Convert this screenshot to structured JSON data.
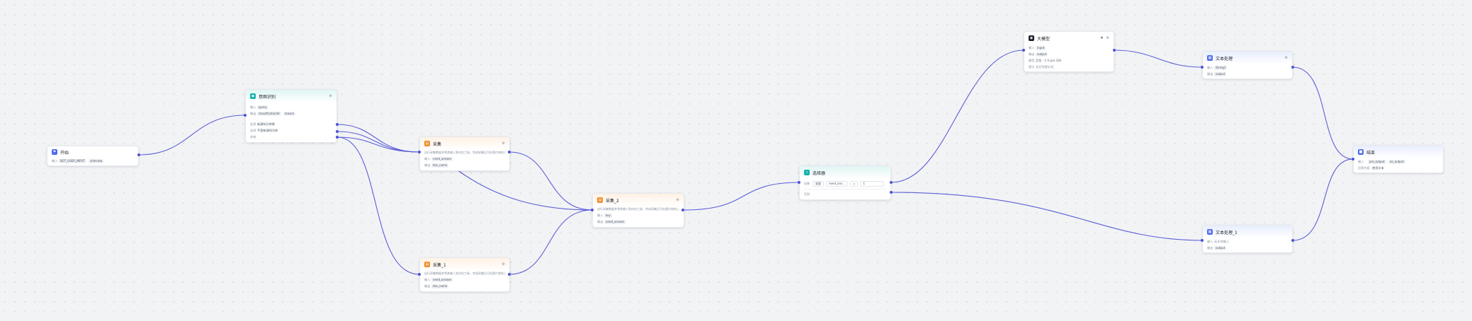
{
  "colors": {
    "edge": "#5b5fd6",
    "canvas": "#f2f3f5",
    "node_blue": "#4f6bed",
    "node_cyan": "#17b3a9",
    "node_orange": "#f08a24"
  },
  "start": {
    "title": "开始",
    "label_input": "输入",
    "tags": [
      "BOT_USER_INPUT",
      "sideview"
    ],
    "icon": "flag-icon"
  },
  "intent": {
    "title": "意图识别",
    "label_input": "输入",
    "input_tag": "query",
    "label_output": "输出",
    "output_tags": [
      "classificationId",
      "reason"
    ],
    "options": [
      {
        "label": "选项",
        "text": "新建知识库数"
      },
      {
        "label": "选项",
        "text": "不是新建知识库"
      },
      {
        "label": "其他",
        "text": ""
      }
    ]
  },
  "collect": {
    "title": "采集",
    "desc": "自行采集数据并将其输入到对应工具，完成采集后可在图片结构上传到…",
    "label_input": "输入",
    "input_tag": "need_answer",
    "label_output": "输出",
    "output_tag": "kbs_name"
  },
  "collect1": {
    "title": "采集_1",
    "desc": "自行采集数据并将其输入到对应工具，完成采集后可在图片结构上传到…",
    "label_input": "输入",
    "input_tag": "need_answer",
    "label_output": "输出",
    "output_tag": "kbs_name"
  },
  "collect2": {
    "title": "采集_2",
    "desc": "自行采集数据并将其输入到对应工具，完成采集后可在图片结构上传到…",
    "label_input": "输入",
    "input_tag": "key",
    "label_output": "输出",
    "output_tag": "need_answer"
  },
  "selector": {
    "title": "选择器",
    "if_label": "如果",
    "cond_var": "变量",
    "cond_name": "need_ans…",
    "cond_op": "=",
    "cond_val": "1",
    "else_label": "否则"
  },
  "llm": {
    "title": "大模型",
    "label_input": "输入",
    "input_tag": "input",
    "label_output": "输出",
    "output_tag": "output",
    "label_model": "模型",
    "model": "豆包 · 1.5 pro 32k",
    "label_prompt": "提示",
    "prompt": "无任何提示词"
  },
  "text": {
    "title": "文本处理",
    "label_input": "输入",
    "input_tag": "String1",
    "label_output": "输出",
    "output_tag": "output"
  },
  "text1": {
    "title": "文本处理_1",
    "label_input": "输入",
    "input_text": "无任何输入",
    "label_output": "输出",
    "output_tag": "output"
  },
  "end": {
    "title": "结束",
    "label_input": "输入",
    "input_tags": [
      "pre_output",
      "no_output"
    ],
    "label_answer": "回答内容",
    "answer": "使用文本"
  }
}
